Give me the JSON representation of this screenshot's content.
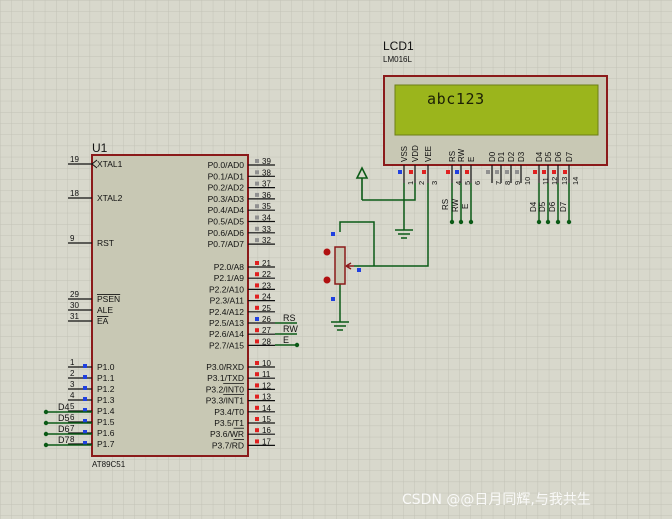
{
  "u1": {
    "ref": "U1",
    "part": "AT89C51",
    "left_pins": [
      {
        "num": "19",
        "name": "XTAL1"
      },
      {
        "num": "18",
        "name": "XTAL2"
      },
      {
        "num": "9",
        "name": "RST"
      },
      {
        "num": "29",
        "name": "PSEN"
      },
      {
        "num": "30",
        "name": "ALE"
      },
      {
        "num": "31",
        "name": "EA"
      },
      {
        "num": "1",
        "name": "P1.0"
      },
      {
        "num": "2",
        "name": "P1.1"
      },
      {
        "num": "3",
        "name": "P1.2"
      },
      {
        "num": "4",
        "name": "P1.3"
      },
      {
        "num": "5",
        "name": "P1.4"
      },
      {
        "num": "6",
        "name": "P1.5"
      },
      {
        "num": "7",
        "name": "P1.6"
      },
      {
        "num": "8",
        "name": "P1.7"
      }
    ],
    "right_pins": [
      {
        "num": "39",
        "name": "P0.0/AD0"
      },
      {
        "num": "38",
        "name": "P0.1/AD1"
      },
      {
        "num": "37",
        "name": "P0.2/AD2"
      },
      {
        "num": "36",
        "name": "P0.3/AD3"
      },
      {
        "num": "35",
        "name": "P0.4/AD4"
      },
      {
        "num": "34",
        "name": "P0.5/AD5"
      },
      {
        "num": "33",
        "name": "P0.6/AD6"
      },
      {
        "num": "32",
        "name": "P0.7/AD7"
      },
      {
        "num": "21",
        "name": "P2.0/A8"
      },
      {
        "num": "22",
        "name": "P2.1/A9"
      },
      {
        "num": "23",
        "name": "P2.2/A10"
      },
      {
        "num": "24",
        "name": "P2.3/A11"
      },
      {
        "num": "25",
        "name": "P2.4/A12"
      },
      {
        "num": "26",
        "name": "P2.5/A13"
      },
      {
        "num": "27",
        "name": "P2.6/A14"
      },
      {
        "num": "28",
        "name": "P2.7/A15"
      },
      {
        "num": "10",
        "name": "P3.0/RXD"
      },
      {
        "num": "11",
        "name": "P3.1/TXD"
      },
      {
        "num": "12",
        "name": "P3.2/INT0"
      },
      {
        "num": "13",
        "name": "P3.3/INT1"
      },
      {
        "num": "14",
        "name": "P3.4/T0"
      },
      {
        "num": "15",
        "name": "P3.5/T1"
      },
      {
        "num": "16",
        "name": "P3.6/WR"
      },
      {
        "num": "17",
        "name": "P3.7/RD"
      }
    ],
    "p1_net_labels": [
      "D4",
      "D5",
      "D6",
      "D7"
    ],
    "p2_net_labels": [
      "RS",
      "RW",
      "E"
    ]
  },
  "lcd": {
    "ref": "LCD1",
    "part": "LM016L",
    "display_text": "abc123",
    "pins": [
      {
        "num": "1",
        "name": "VSS"
      },
      {
        "num": "2",
        "name": "VDD"
      },
      {
        "num": "3",
        "name": "VEE"
      },
      {
        "num": "4",
        "name": "RS"
      },
      {
        "num": "5",
        "name": "RW"
      },
      {
        "num": "6",
        "name": "E"
      },
      {
        "num": "7",
        "name": "D0"
      },
      {
        "num": "8",
        "name": "D1"
      },
      {
        "num": "9",
        "name": "D2"
      },
      {
        "num": "10",
        "name": "D3"
      },
      {
        "num": "11",
        "name": "D4"
      },
      {
        "num": "12",
        "name": "D5"
      },
      {
        "num": "13",
        "name": "D6"
      },
      {
        "num": "14",
        "name": "D7"
      }
    ],
    "bus_labels": [
      "RS",
      "RW",
      "E"
    ],
    "data_labels": [
      "D4",
      "D5",
      "D6",
      "D7"
    ]
  },
  "watermark": "CSDN @@日月同辉,与我共生",
  "colors": {
    "background": "#d8d8cc",
    "grid": "#c2c2b6",
    "component_body": "#c8c8b4",
    "component_border": "#8b1a1a",
    "wire": "#0b5a16",
    "lcd_screen": "#9bb51c",
    "pin_high": "#e02020",
    "pin_low": "#2040e0",
    "pin_neutral": "#909090"
  }
}
